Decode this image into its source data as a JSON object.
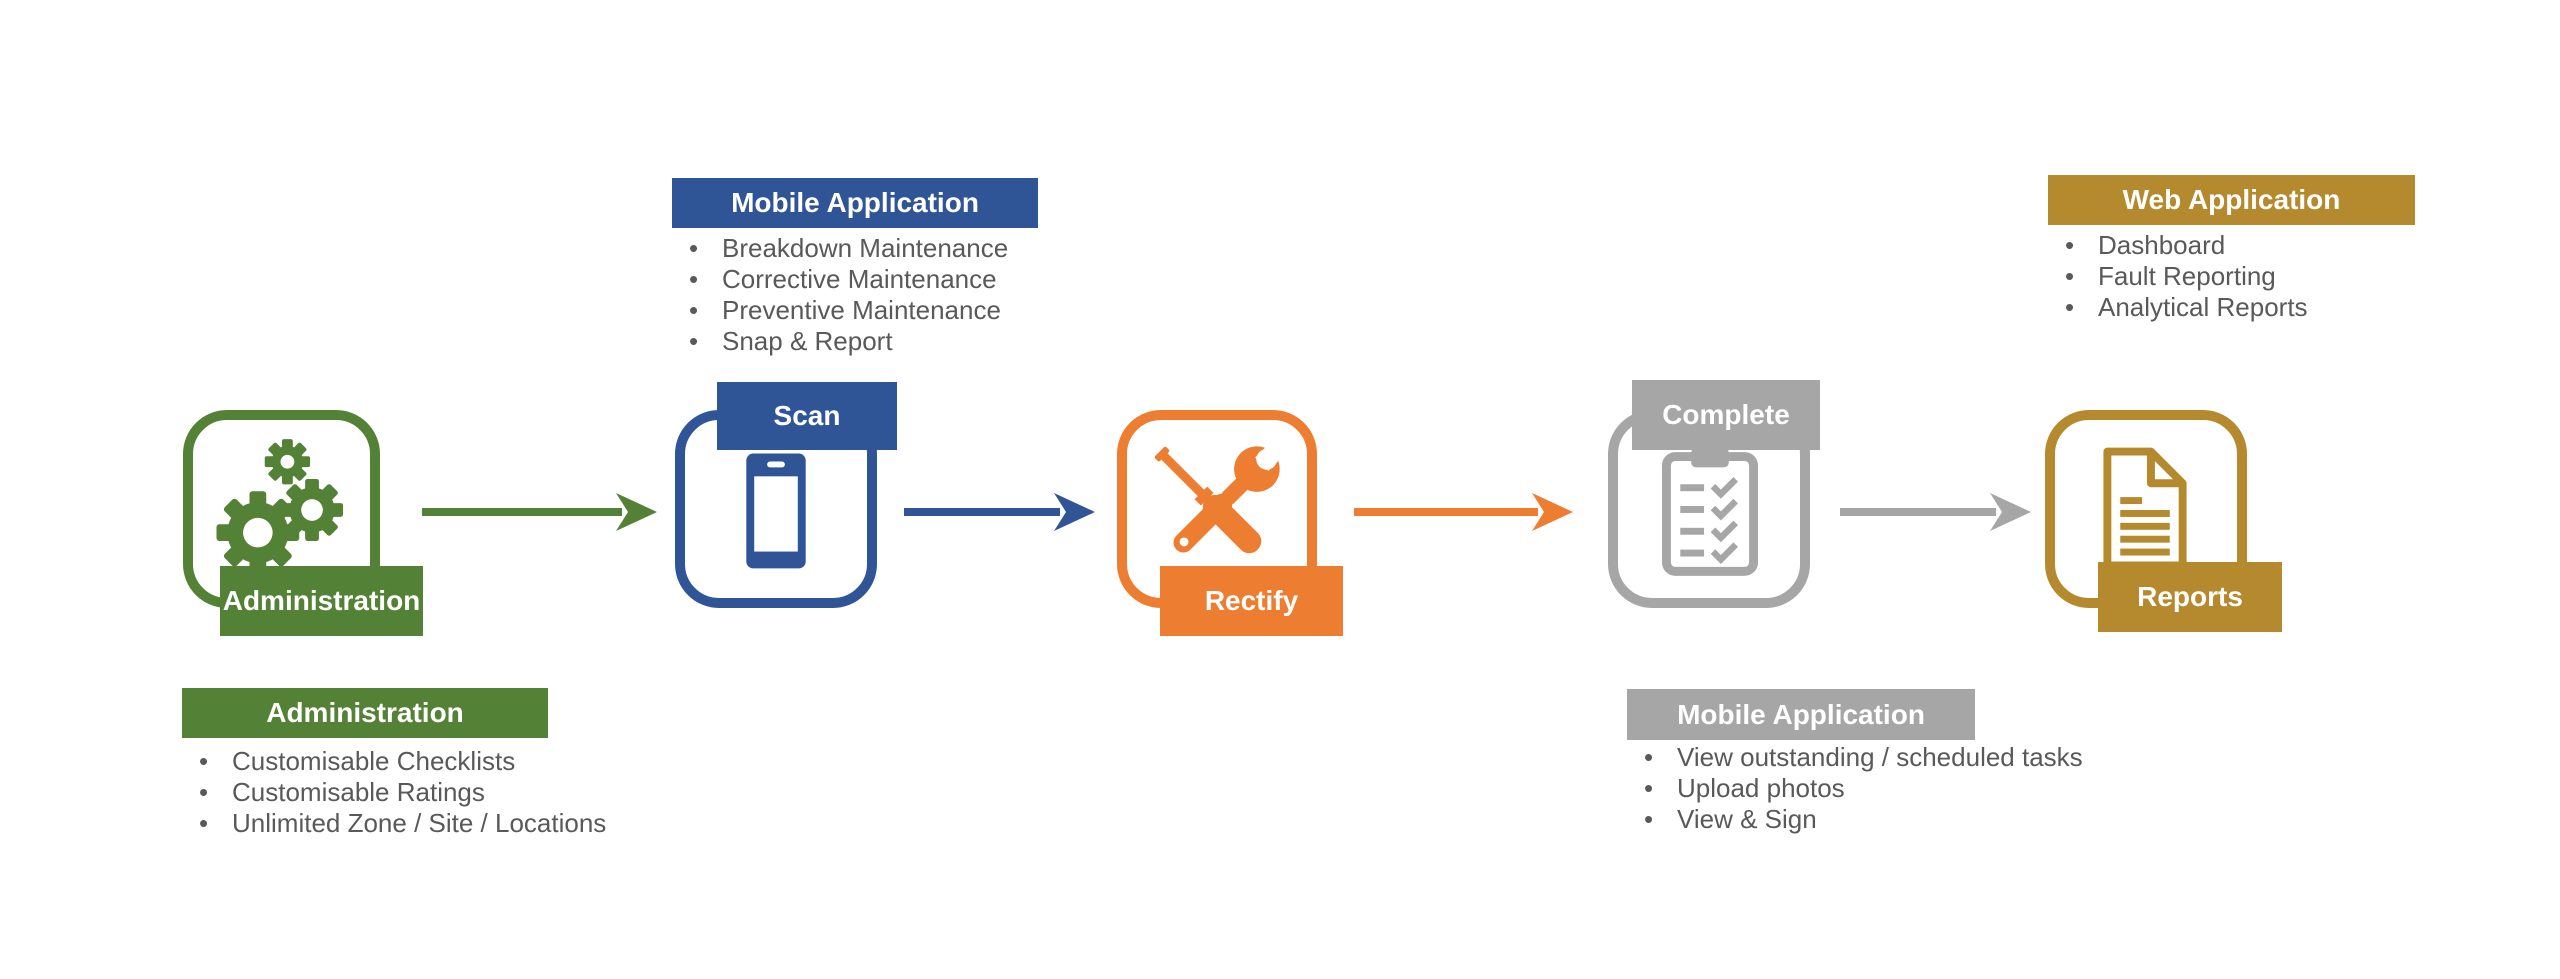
{
  "palette": {
    "green": "#538135",
    "blue": "#2F5597",
    "orange": "#ED7D31",
    "gray": "#A6A6A6",
    "gold": "#B5892E",
    "bullet_text": "#595959",
    "label_text": "#FFFFFF",
    "background": "#FFFFFF"
  },
  "nodes": [
    {
      "label": "Administration",
      "icon": "gears-icon",
      "color": "#538135",
      "label_position": "bottom"
    },
    {
      "label": "Scan",
      "icon": "smartphone-icon",
      "color": "#2F5597",
      "label_position": "top"
    },
    {
      "label": "Rectify",
      "icon": "tools-icon",
      "color": "#ED7D31",
      "label_position": "bottom"
    },
    {
      "label": "Complete",
      "icon": "checklist-clipboard-icon",
      "color": "#A6A6A6",
      "label_position": "top"
    },
    {
      "label": "Reports",
      "icon": "document-icon",
      "color": "#B5892E",
      "label_position": "bottom"
    }
  ],
  "arrows": [
    {
      "from": "Administration",
      "to": "Scan",
      "color": "#538135",
      "direction": "right"
    },
    {
      "from": "Scan",
      "to": "Rectify",
      "color": "#2F5597",
      "direction": "right"
    },
    {
      "from": "Rectify",
      "to": "Complete",
      "color": "#ED7D31",
      "direction": "right"
    },
    {
      "from": "Complete",
      "to": "Reports",
      "color": "#A6A6A6",
      "direction": "right"
    }
  ],
  "callouts": [
    {
      "title": "Mobile Application",
      "color": "#2F5597",
      "position": "top-left",
      "items": [
        "Breakdown Maintenance",
        "Corrective Maintenance",
        "Preventive Maintenance",
        "Snap & Report"
      ]
    },
    {
      "title": "Web Application",
      "color": "#B5892E",
      "position": "top-right",
      "items": [
        "Dashboard",
        "Fault Reporting",
        "Analytical Reports"
      ]
    },
    {
      "title": "Administration",
      "color": "#538135",
      "position": "bottom-left",
      "items": [
        "Customisable Checklists",
        "Customisable Ratings",
        "Unlimited Zone / Site / Locations"
      ]
    },
    {
      "title": "Mobile Application",
      "color": "#A6A6A6",
      "position": "bottom-right",
      "items": [
        "View outstanding / scheduled tasks",
        "Upload photos",
        "View & Sign"
      ]
    }
  ]
}
